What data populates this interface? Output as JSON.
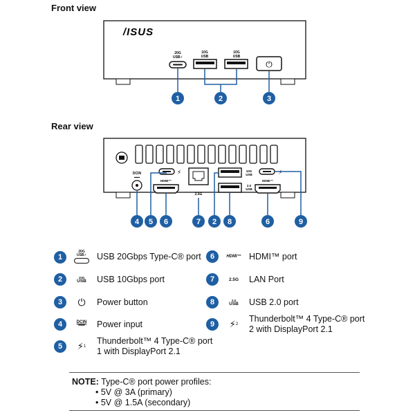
{
  "front": {
    "title": "Front view",
    "brand": "/ISUS",
    "port_labels": {
      "usbc": "20G\nUSB⚡",
      "usb10_a": "10G\nUSB",
      "usb10_b": "10G\nUSB"
    },
    "callouts": [
      "1",
      "2",
      "3"
    ]
  },
  "rear": {
    "title": "Rear view",
    "port_labels": {
      "dcin": "DCIN\n⎓⎓",
      "hdmi": "HDMI™",
      "lan": "2.5G",
      "usb10": "10G\nUSB",
      "usb20": "2.0\nUSB"
    },
    "callouts": [
      "4",
      "5",
      "6",
      "7",
      "2",
      "8",
      "6",
      "9"
    ]
  },
  "legend": {
    "items": [
      {
        "num": "1",
        "icon": "usb-c-20g-icon",
        "icon_text": "20G\nUSB⚡",
        "label": "USB 20Gbps Type-C® port"
      },
      {
        "num": "2",
        "icon": "usb-10g-icon",
        "icon_text": "10G\nUSB",
        "label": "USB 10Gbps port"
      },
      {
        "num": "3",
        "icon": "power-icon",
        "icon_text": "⏻",
        "label": "Power button"
      },
      {
        "num": "4",
        "icon": "dcin-icon",
        "icon_text": "DCIN",
        "label": "Power input"
      },
      {
        "num": "5",
        "icon": "thunderbolt-1-icon",
        "icon_text": "⚡1",
        "label": "Thunderbolt™ 4 Type-C® port\n1 with DisplayPort 2.1"
      },
      {
        "num": "6",
        "icon": "hdmi-icon",
        "icon_text": "HDMI™",
        "label": "HDMI™ port"
      },
      {
        "num": "7",
        "icon": "lan-icon",
        "icon_text": "2.5G",
        "label": "LAN Port"
      },
      {
        "num": "8",
        "icon": "usb-20-icon",
        "icon_text": "2.0\nUSB",
        "label": "USB 2.0 port"
      },
      {
        "num": "9",
        "icon": "thunderbolt-2-icon",
        "icon_text": "⚡2",
        "label": "Thunderbolt™ 4 Type-C® port\n2 with DisplayPort 2.1"
      }
    ]
  },
  "note": {
    "label": "NOTE:",
    "text": "Type-C® port power profiles:",
    "bullets": [
      "5V @ 3A (primary)",
      "5V @ 1.5A (secondary)"
    ]
  }
}
